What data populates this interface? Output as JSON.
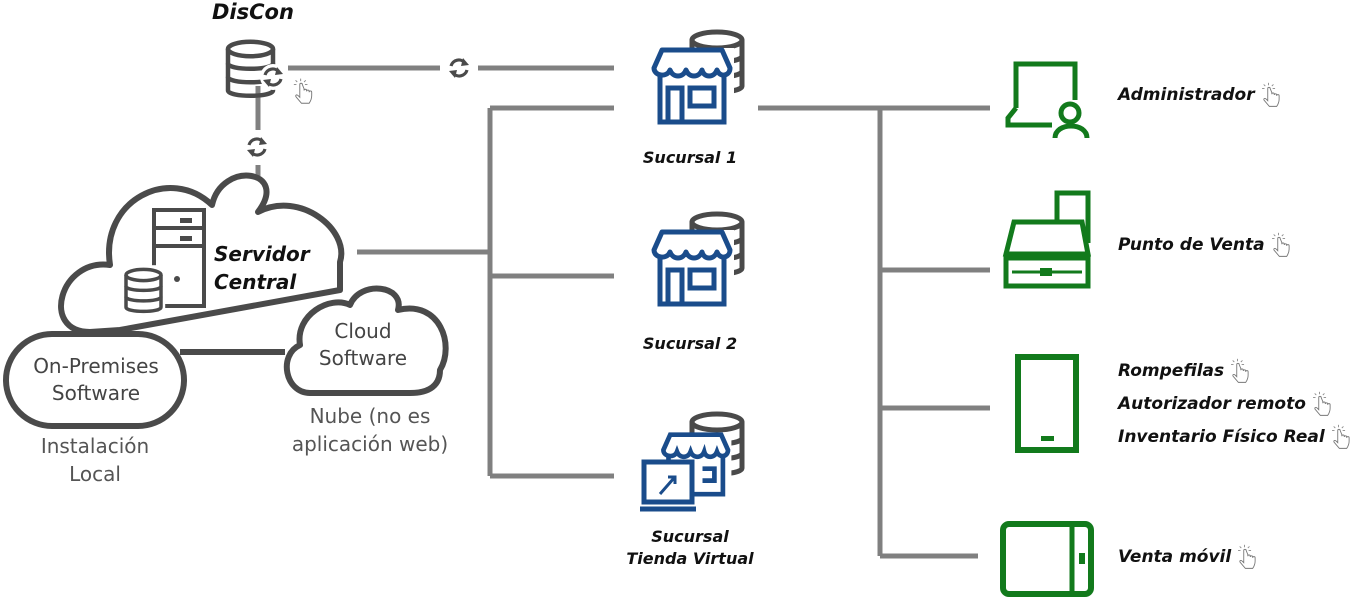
{
  "title": "DisCon",
  "server": {
    "label_line1": "Servidor",
    "label_line2": "Central"
  },
  "deployments": [
    {
      "name_line1": "On-Premises",
      "name_line2": "Software",
      "caption_line1": "Instalación",
      "caption_line2": "Local"
    },
    {
      "name_line1": "Cloud",
      "name_line2": "Software",
      "caption_line1": "Nube (no es",
      "caption_line2": "aplicación web)"
    }
  ],
  "branches": [
    {
      "label_line1": "Sucursal 1",
      "label_line2": ""
    },
    {
      "label_line1": "Sucursal 2",
      "label_line2": ""
    },
    {
      "label_line1": "Sucursal",
      "label_line2": "Tienda Virtual"
    }
  ],
  "devices": [
    {
      "icon": "laptop-user-icon",
      "labels": [
        "Administrador"
      ]
    },
    {
      "icon": "cash-register-icon",
      "labels": [
        "Punto de Venta"
      ]
    },
    {
      "icon": "phone-icon",
      "labels": [
        "Rompefilas",
        "Autorizador remoto",
        "Inventario Físico Real"
      ]
    },
    {
      "icon": "tablet-icon",
      "labels": [
        "Venta móvil"
      ]
    }
  ],
  "colors": {
    "line": "#808080",
    "dark": "#4a4a4a",
    "store_blue": "#1a4c8b",
    "device_green": "#127a1c"
  }
}
